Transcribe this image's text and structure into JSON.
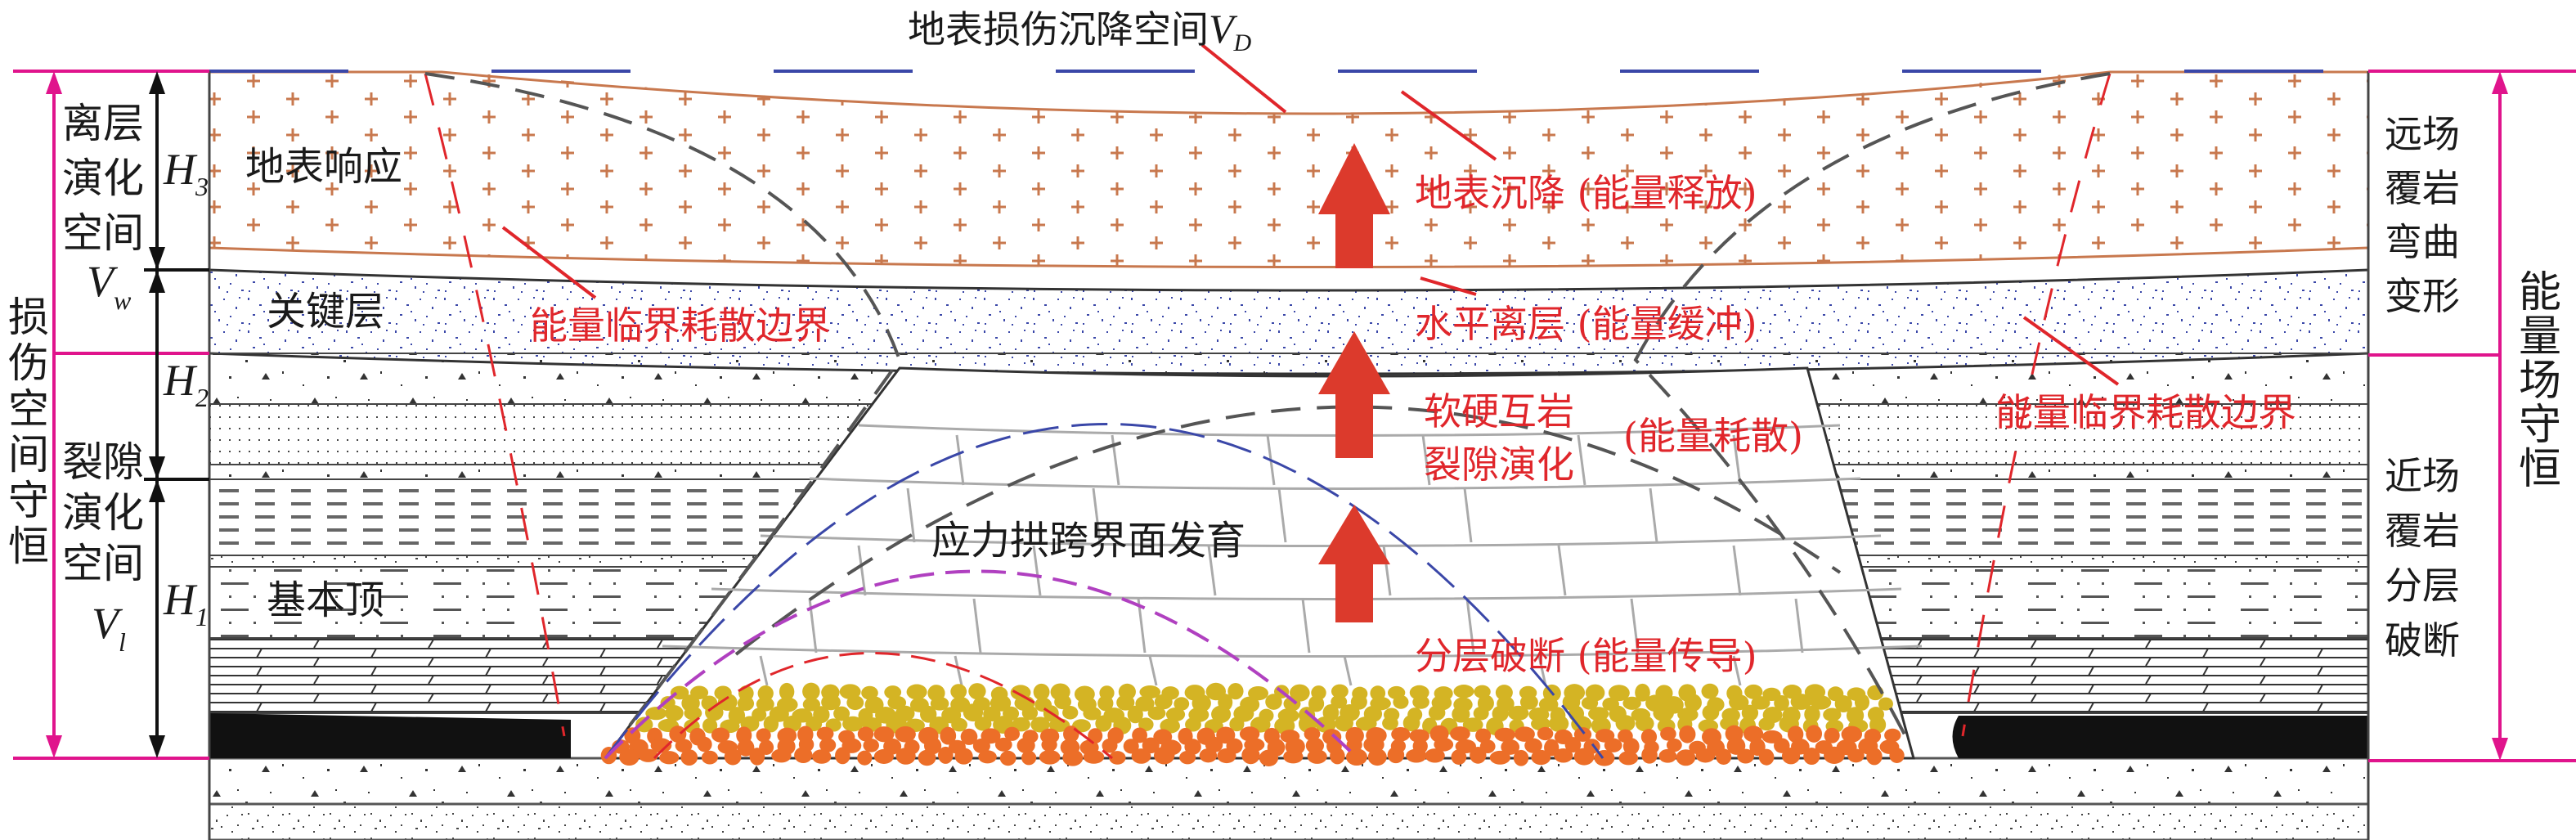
{
  "title": {
    "prefix": "地表损伤沉降空间",
    "var": "V",
    "sub": "D"
  },
  "left": {
    "separation_space": [
      "离层",
      "演化",
      "空间"
    ],
    "damage_space_conservation": [
      "损",
      "伤",
      "空",
      "间",
      "守",
      "恒"
    ],
    "fracture_space": [
      "裂隙",
      "演化",
      "空间"
    ],
    "H3": {
      "var": "H",
      "sub": "3"
    },
    "H2": {
      "var": "H",
      "sub": "2"
    },
    "H1": {
      "var": "H",
      "sub": "1"
    },
    "Vw": {
      "var": "V",
      "sub": "w"
    },
    "Vl": {
      "var": "V",
      "sub": "l"
    }
  },
  "layers": {
    "surface_response": "地表响应",
    "key_layer": "关键层",
    "main_roof": "基本顶"
  },
  "annotations": {
    "critical_boundary_left": "能量临界耗散边界",
    "critical_boundary_right": "能量临界耗散边界",
    "surface_subsidence": "地表沉降 (能量释放)",
    "horizontal_separation": "水平离层 (能量缓冲)",
    "soft_hard_line1": "软硬互岩",
    "soft_hard_line2": "裂隙演化",
    "energy_dissipation": "(能量耗散)",
    "stress_arch": "应力拱跨界面发育",
    "layered_fracture": "分层破断 (能量传导)"
  },
  "right": {
    "far_field": [
      "远场",
      "覆岩",
      "弯曲",
      "变形"
    ],
    "near_field": [
      "近场",
      "覆岩",
      "分层",
      "破断"
    ],
    "energy_conservation": [
      "能",
      "量",
      "场",
      "守",
      "恒"
    ]
  },
  "colors": {
    "magenta": "#e0148c",
    "red": "#e0262b",
    "arrow_red": "#dc3a2c",
    "orange": "#c8784e",
    "blue_dots": "#3a47a8",
    "rubble_yellow": "#d4b424",
    "rubble_orange": "#ec6e28"
  }
}
